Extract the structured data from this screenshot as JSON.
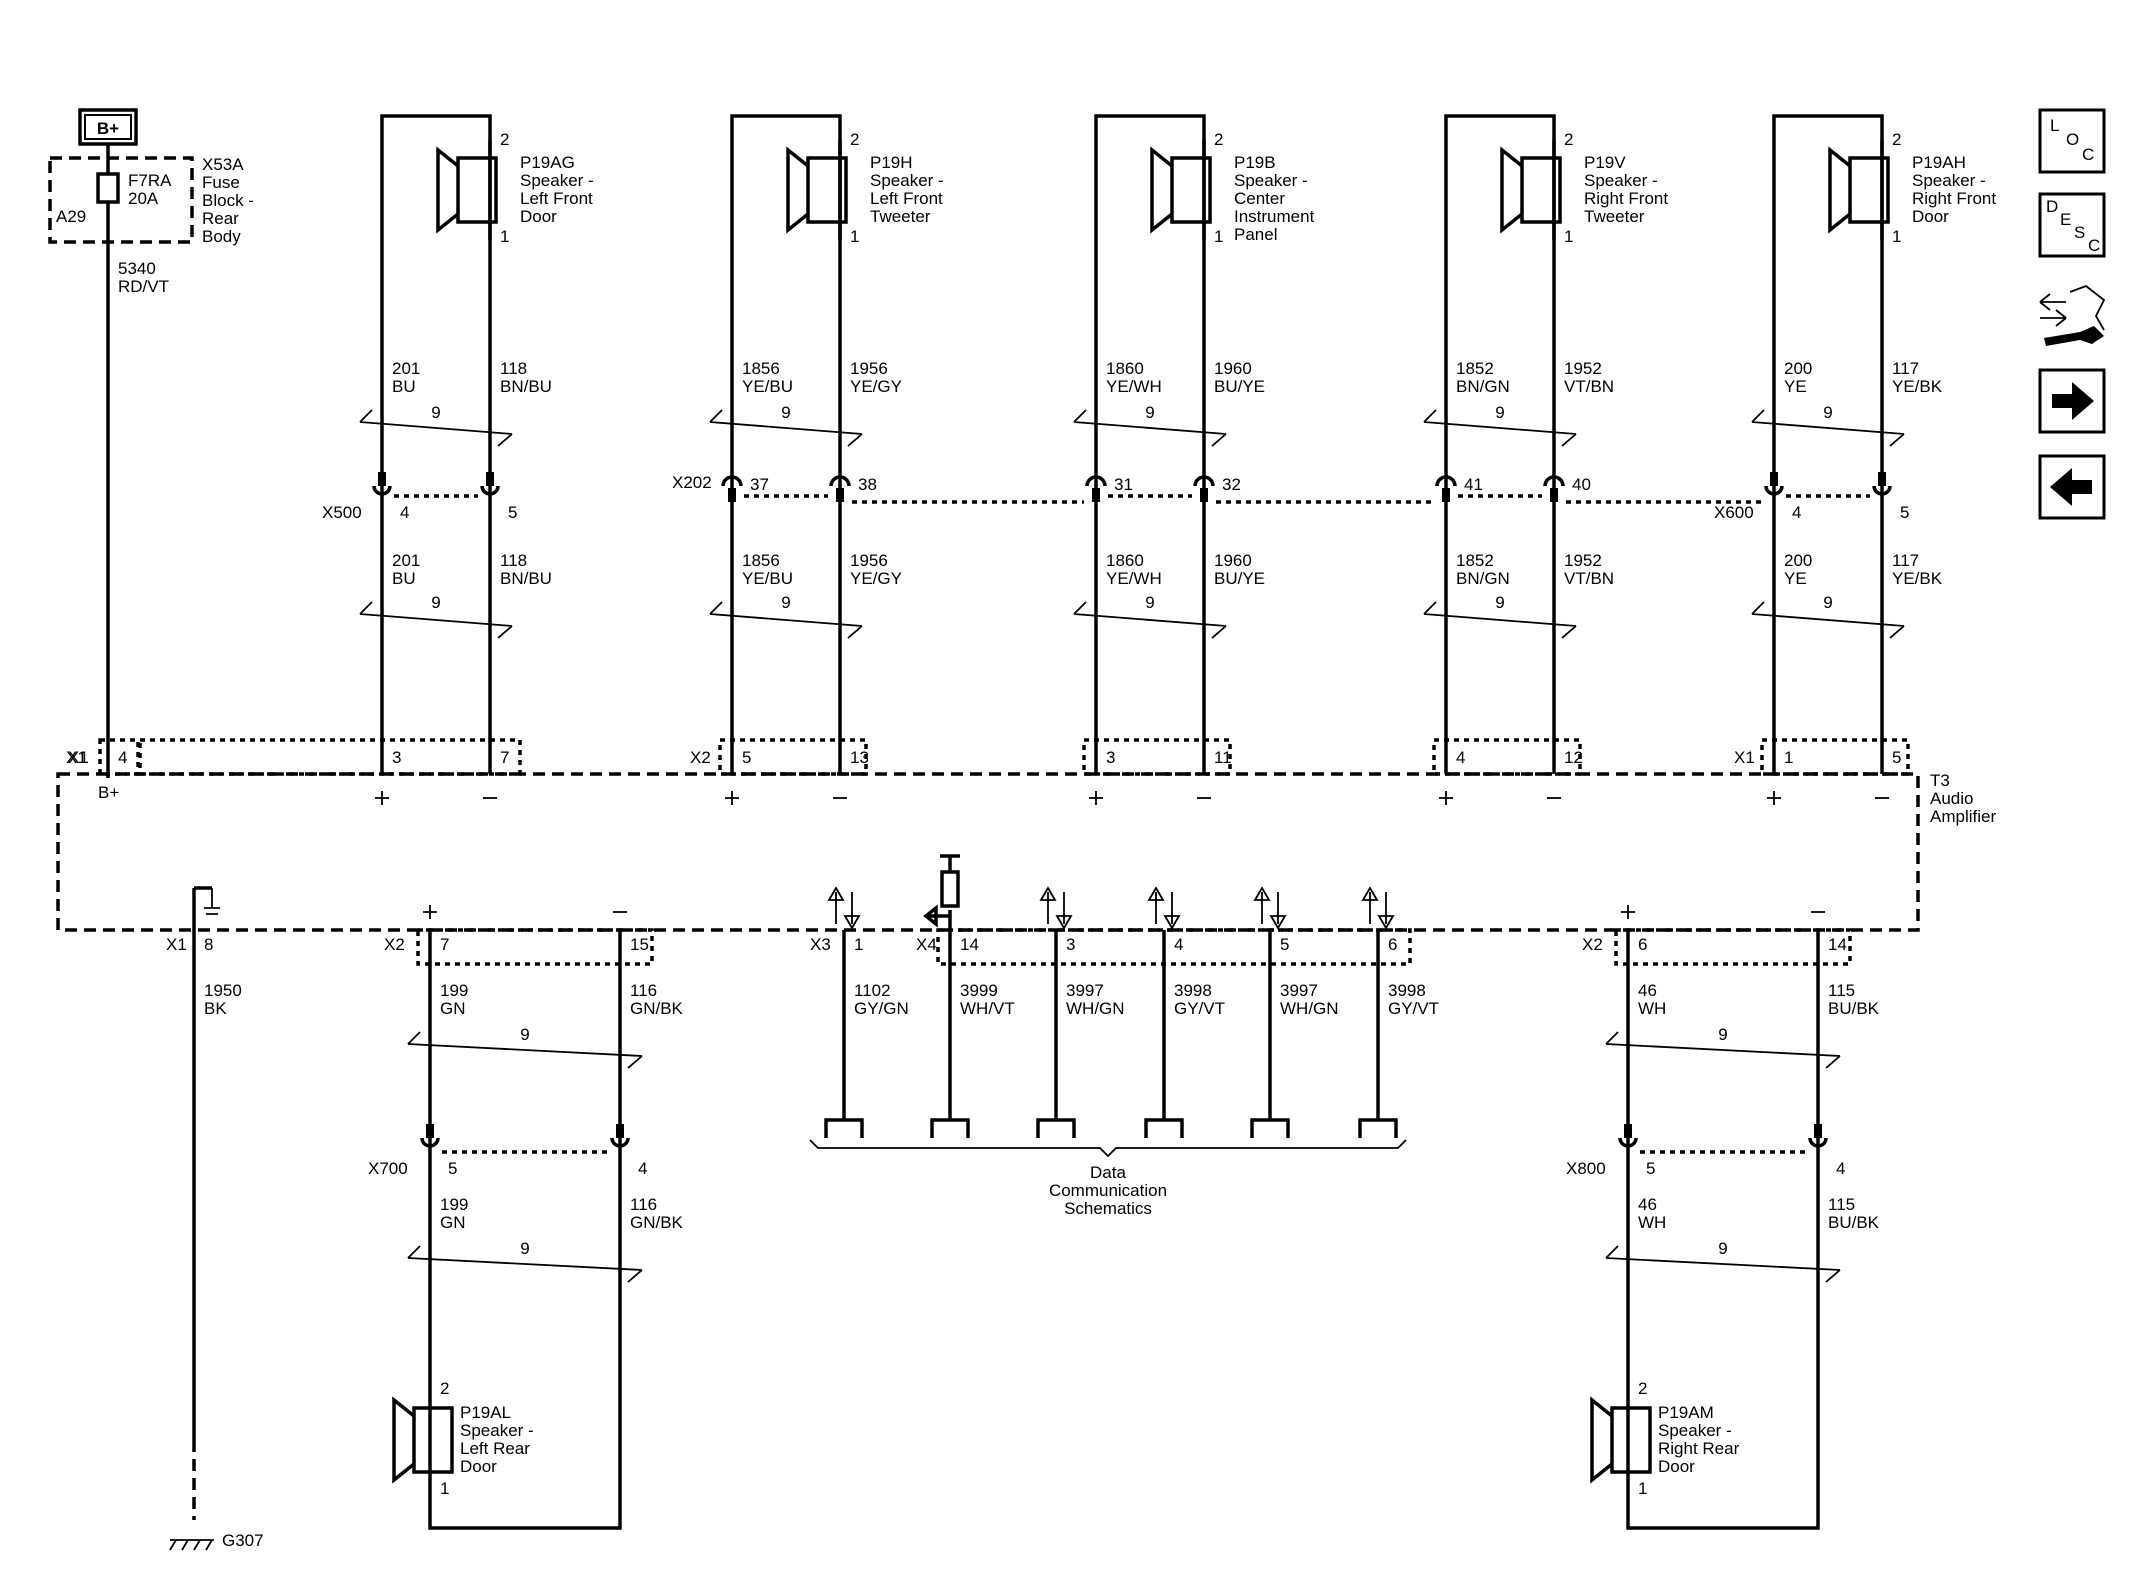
{
  "power": {
    "label": "B+"
  },
  "fuse": {
    "block_ref": "X53A",
    "block_name": [
      "Fuse",
      "Block -",
      "Rear",
      "Body"
    ],
    "ref": "F7RA",
    "rating": "20A",
    "pin": "A29",
    "wire_circuit": "5340",
    "wire_color": "RD/VT"
  },
  "amplifier": {
    "ref": "T3",
    "name": [
      "Audio",
      "Amplifier"
    ],
    "b_plus_label": "B+",
    "b_plus_connector": "X1",
    "b_plus_pin": "4"
  },
  "twist_count": "9",
  "front_speakers": [
    {
      "ref": "P19AG",
      "name": [
        "Speaker -",
        "Left Front",
        "Door"
      ],
      "pin_top": "2",
      "pin_bot": "1",
      "w1": {
        "circuit": "201",
        "color": "BU"
      },
      "w2": {
        "circuit": "118",
        "color": "BN/BU"
      },
      "inline": "X500",
      "ip1": "4",
      "ip2": "5",
      "amp_connector": "X1",
      "ap1": "3",
      "ap2": "7"
    },
    {
      "ref": "P19H",
      "name": [
        "Speaker -",
        "Left Front",
        "Tweeter"
      ],
      "pin_top": "2",
      "pin_bot": "1",
      "w1": {
        "circuit": "1856",
        "color": "YE/BU"
      },
      "w2": {
        "circuit": "1956",
        "color": "YE/GY"
      },
      "inline": "X202",
      "ip1": "37",
      "ip2": "38",
      "amp_connector": "X2",
      "ap1": "5",
      "ap2": "13"
    },
    {
      "ref": "P19B",
      "name": [
        "Speaker -",
        "Center",
        "Instrument",
        "Panel"
      ],
      "pin_top": "2",
      "pin_bot": "1",
      "w1": {
        "circuit": "1860",
        "color": "YE/WH"
      },
      "w2": {
        "circuit": "1960",
        "color": "BU/YE"
      },
      "inline": "",
      "ip1": "31",
      "ip2": "32",
      "amp_connector": "",
      "ap1": "3",
      "ap2": "11"
    },
    {
      "ref": "P19V",
      "name": [
        "Speaker -",
        "Right Front",
        "Tweeter"
      ],
      "pin_top": "2",
      "pin_bot": "1",
      "w1": {
        "circuit": "1852",
        "color": "BN/GN"
      },
      "w2": {
        "circuit": "1952",
        "color": "VT/BN"
      },
      "inline": "",
      "ip1": "41",
      "ip2": "40",
      "amp_connector": "",
      "ap1": "4",
      "ap2": "12"
    },
    {
      "ref": "P19AH",
      "name": [
        "Speaker -",
        "Right Front",
        "Door"
      ],
      "pin_top": "2",
      "pin_bot": "1",
      "w1": {
        "circuit": "200",
        "color": "YE"
      },
      "w2": {
        "circuit": "117",
        "color": "YE/BK"
      },
      "inline": "X600",
      "ip1": "4",
      "ip2": "5",
      "amp_connector": "X1",
      "ap1": "1",
      "ap2": "5"
    }
  ],
  "ground": {
    "connector": "X1",
    "pin": "8",
    "circuit": "1950",
    "color": "BK",
    "ref": "G307"
  },
  "rear_speakers": [
    {
      "ref": "P19AL",
      "name": [
        "Speaker -",
        "Left Rear",
        "Door"
      ],
      "pin_top": "2",
      "pin_bot": "1",
      "amp_connector": "X2",
      "ap1": "7",
      "ap2": "15",
      "w1": {
        "circuit": "199",
        "color": "GN"
      },
      "w2": {
        "circuit": "116",
        "color": "GN/BK"
      },
      "inline": "X700",
      "ip1": "5",
      "ip2": "4"
    },
    {
      "ref": "P19AM",
      "name": [
        "Speaker -",
        "Right Rear",
        "Door"
      ],
      "pin_top": "2",
      "pin_bot": "1",
      "amp_connector": "X2",
      "ap1": "6",
      "ap2": "14",
      "w1": {
        "circuit": "46",
        "color": "WH"
      },
      "w2": {
        "circuit": "115",
        "color": "BU/BK"
      },
      "inline": "X800",
      "ip1": "5",
      "ip2": "4"
    }
  ],
  "data_lines": [
    {
      "connector": "X3",
      "pin": "1",
      "circuit": "1102",
      "color": "GY/GN"
    },
    {
      "connector": "X4",
      "pin": "14",
      "circuit": "3999",
      "color": "WH/VT"
    },
    {
      "connector": "",
      "pin": "3",
      "circuit": "3997",
      "color": "WH/GN"
    },
    {
      "connector": "",
      "pin": "4",
      "circuit": "3998",
      "color": "GY/VT"
    },
    {
      "connector": "",
      "pin": "5",
      "circuit": "3997",
      "color": "WH/GN"
    },
    {
      "connector": "",
      "pin": "6",
      "circuit": "3998",
      "color": "GY/VT"
    }
  ],
  "data_comm_label": [
    "Data",
    "Communication",
    "Schematics"
  ],
  "nav": {
    "loc": [
      "L",
      "O",
      "C"
    ],
    "desc": [
      "D",
      "E",
      "S",
      "C"
    ],
    "icons": [
      "loc-icon",
      "desc-icon",
      "connector-tool-icon",
      "next-arrow-icon",
      "back-arrow-icon"
    ]
  }
}
